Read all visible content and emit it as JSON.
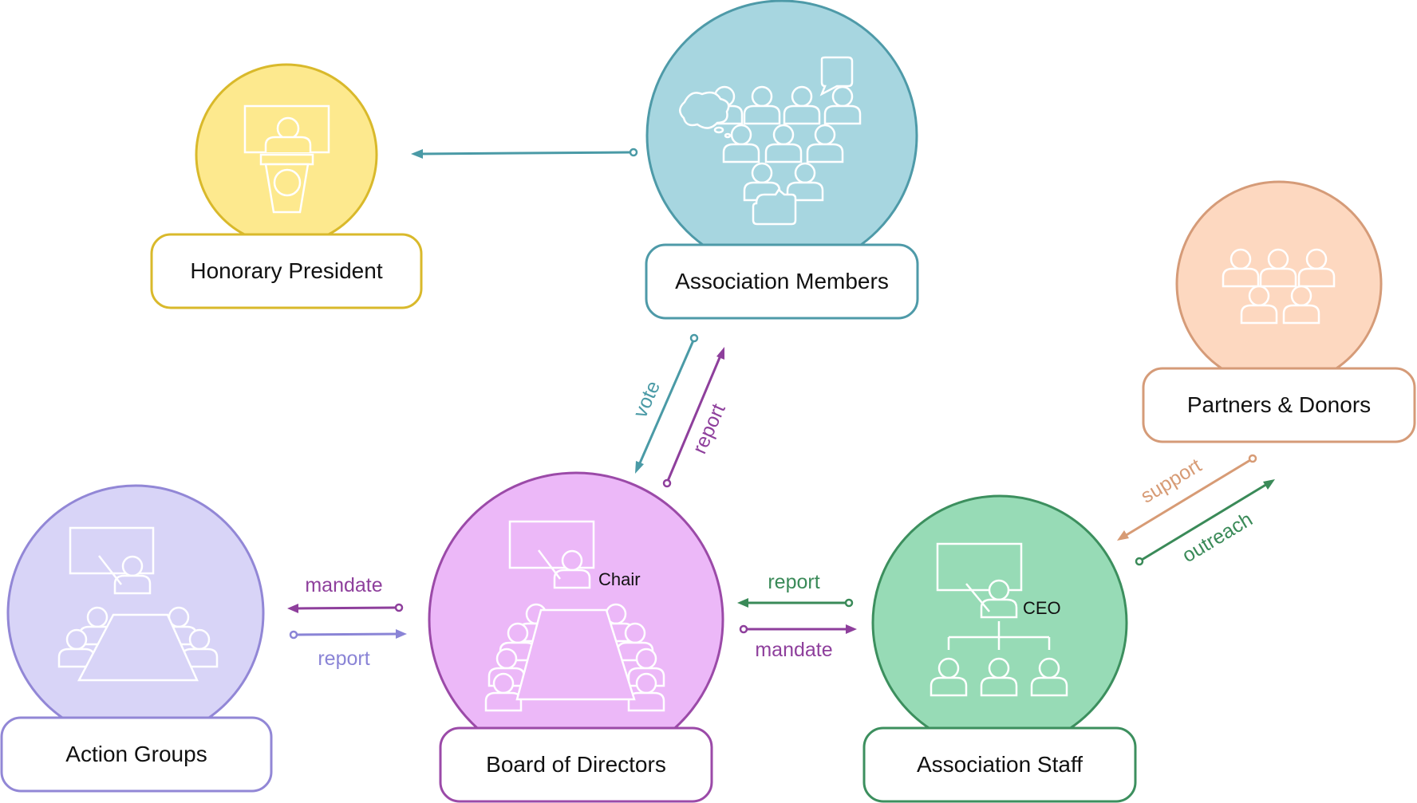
{
  "nodes": {
    "honorary_president": {
      "label": "Honorary President",
      "stroke": "#d9b92b",
      "fill": "#fde98e"
    },
    "association_members": {
      "label": "Association Members",
      "stroke": "#4e9aa8",
      "fill": "#a7d6e0"
    },
    "partners_donors": {
      "label": "Partners & Donors",
      "stroke": "#d59b78",
      "fill": "#fdd8c0"
    },
    "action_groups": {
      "label": "Action Groups",
      "stroke": "#9287d6",
      "fill": "#d8d4f7"
    },
    "board_of_directors": {
      "label": "Board of Directors",
      "stroke": "#9b4aa8",
      "fill": "#ecb8f8",
      "role": "Chair"
    },
    "association_staff": {
      "label": "Association Staff",
      "stroke": "#3c8f5e",
      "fill": "#97dbb6",
      "role": "CEO"
    }
  },
  "edges": {
    "vote": {
      "label": "vote",
      "color": "#4a9aa6"
    },
    "report_to_members": {
      "label": "report",
      "color": "#8e3f9c"
    },
    "mandate_to_groups": {
      "label": "mandate",
      "color": "#8e3f9c"
    },
    "report_from_groups": {
      "label": "report",
      "color": "#8a84d6"
    },
    "report_from_staff": {
      "label": "report",
      "color": "#3a8a58"
    },
    "mandate_to_staff": {
      "label": "mandate",
      "color": "#8e3f9c"
    },
    "support": {
      "label": "support",
      "color": "#d79b75"
    },
    "outreach": {
      "label": "outreach",
      "color": "#3a8a58"
    }
  }
}
